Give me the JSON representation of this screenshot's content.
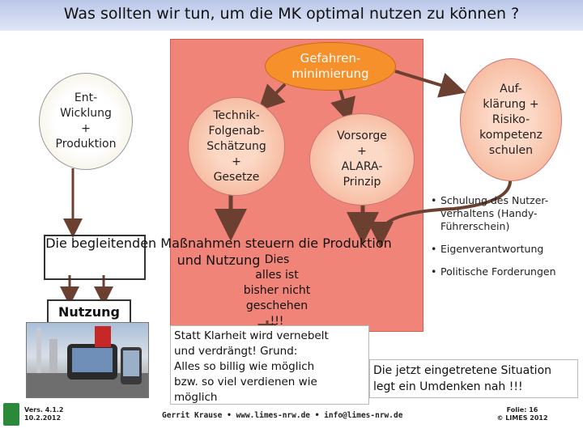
{
  "title": "Was sollten wir tun, um die MK optimal nutzen zu können ?",
  "ellipses": {
    "gefahren": "Gefahren-\nminimierung",
    "entwicklung": "Ent-\nWicklung\n+\nProduktion",
    "technik": "Technik-\nFolgenab-\nSchätzung\n+\nGesetze",
    "vorsorge": "Vorsorge\n+\nALARA-\nPrinzip",
    "aufklaerung": "Auf-\nklärung +\nRisiko-\nkompetenz\nschulen"
  },
  "statement": "Die begleitenden Maßnahmen steuern die Produktion\nund Nutzung",
  "nutzung": "Nutzung",
  "dies": "Dies\nalles ist\nbisher nicht\ngeschehen\n!!!",
  "bullets": [
    "Schulung des Nutzer-verhaltens (Handy-Führerschein)",
    "Eigenverantwortung",
    "Politische Forderungen"
  ],
  "bullet_symbol": "•",
  "statt": "Statt Klarheit wird vernebelt\nund verdrängt!       Grund:\nAlles so billig wie möglich\nbzw. so viel verdienen wie\nmöglich",
  "jetzt": "Die jetzt eingetretene Situation\nlegt ein Umdenken nah !!!",
  "footer": {
    "version": "Vers. 4.1.2\n10.2.2012",
    "author": "Gerrit Krause • www.limes-nrw.de • info@limes-nrw.de",
    "folie": "Folie: 16\n© LIMES 2012"
  },
  "colors": {
    "red_area": "#f08478",
    "orange": "#f6902a",
    "arrow": "#6b4030",
    "title_bar": "#c9d3ee"
  }
}
